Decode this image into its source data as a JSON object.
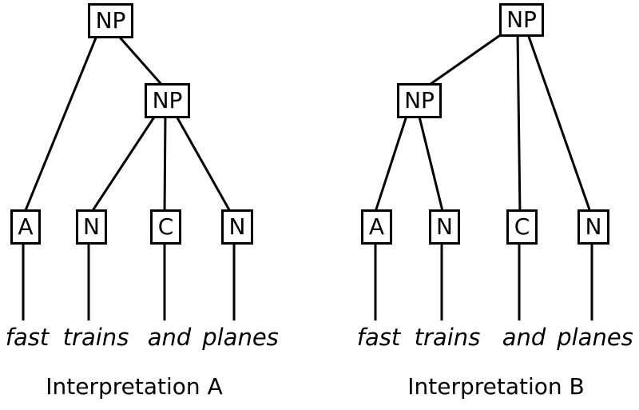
{
  "diagram": {
    "title": "syntactic-ambiguity-parse-trees",
    "colors": {
      "background": "#ffffff",
      "line": "#000000",
      "text": "#000000"
    },
    "tree_a": {
      "caption": "Interpretation A",
      "root_label": "NP",
      "inner_label": "NP",
      "leaves": [
        "A",
        "N",
        "C",
        "N"
      ],
      "words": [
        "fast",
        "trains",
        "and",
        "planes"
      ]
    },
    "tree_b": {
      "caption": "Interpretation B",
      "root_label": "NP",
      "inner_label": "NP",
      "leaves": [
        "A",
        "N",
        "C",
        "N"
      ],
      "words": [
        "fast",
        "trains",
        "and",
        "planes"
      ]
    }
  }
}
